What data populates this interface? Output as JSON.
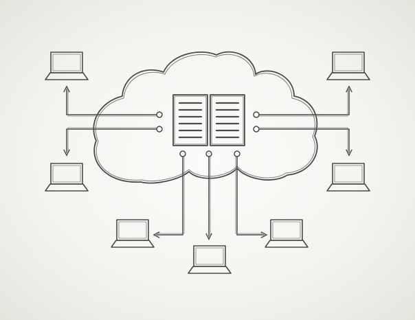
{
  "diagram": {
    "type": "cloud-network",
    "stroke_color": "#4a4a4a",
    "background_color": "#f4f5f1",
    "servers": 2,
    "connected_laptops": 7
  }
}
